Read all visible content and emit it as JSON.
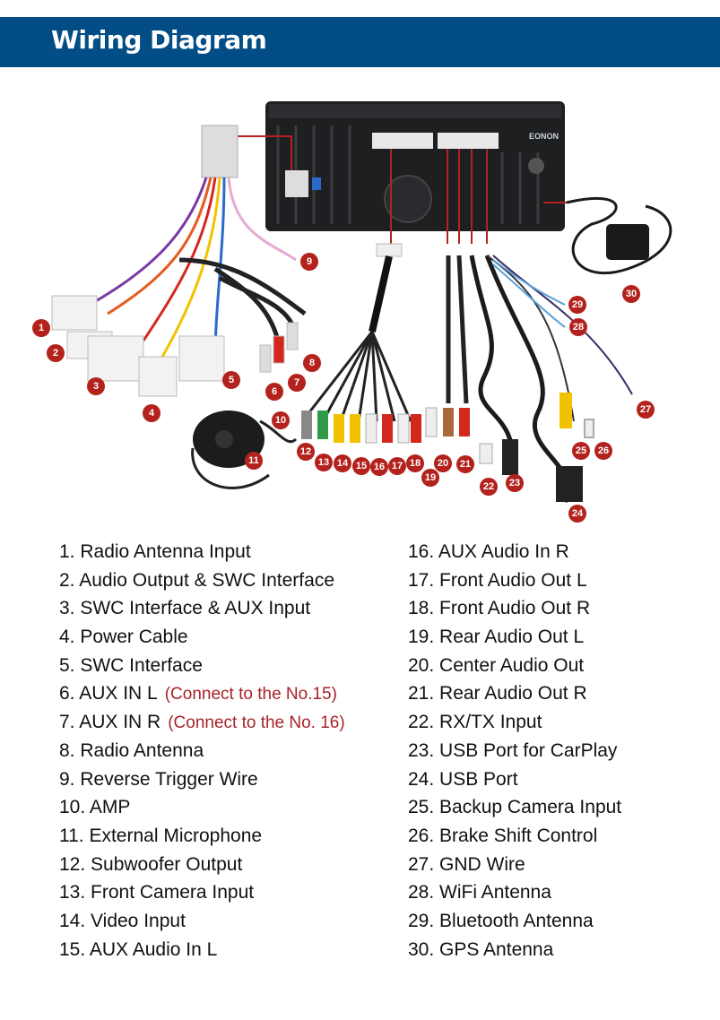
{
  "header": {
    "title": "Wiring Diagram"
  },
  "colors": {
    "banner": "#024d85",
    "badge": "#b3221c",
    "note": "#a8232a"
  },
  "device": {
    "brand": "EONON"
  },
  "legend_left": [
    {
      "label": "1. Radio Antenna Input"
    },
    {
      "label": "2. Audio Output & SWC Interface"
    },
    {
      "label": "3. SWC Interface & AUX Input"
    },
    {
      "label": "4. Power Cable"
    },
    {
      "label": "5. SWC Interface"
    },
    {
      "label": "6. AUX IN L",
      "note": "(Connect to the No.15)"
    },
    {
      "label": "7. AUX IN R",
      "note": "(Connect to the No. 16)"
    },
    {
      "label": "8. Radio Antenna"
    },
    {
      "label": "9. Reverse Trigger Wire"
    },
    {
      "label": "10. AMP"
    },
    {
      "label": "11. External Microphone"
    },
    {
      "label": "12. Subwoofer Output"
    },
    {
      "label": "13. Front Camera Input"
    },
    {
      "label": "14. Video Input"
    },
    {
      "label": "15. AUX Audio In L"
    }
  ],
  "legend_right": [
    {
      "label": "16. AUX Audio In R"
    },
    {
      "label": "17. Front Audio Out L"
    },
    {
      "label": "18. Front Audio Out R"
    },
    {
      "label": "19. Rear Audio Out L"
    },
    {
      "label": "20. Center Audio Out"
    },
    {
      "label": "21. Rear Audio Out R"
    },
    {
      "label": "22. RX/TX Input"
    },
    {
      "label": "23. USB Port for CarPlay"
    },
    {
      "label": "24. USB Port"
    },
    {
      "label": "25. Backup Camera Input"
    },
    {
      "label": "26. Brake Shift Control"
    },
    {
      "label": "27. GND Wire"
    },
    {
      "label": "28. WiFi Antenna"
    },
    {
      "label": "29. Bluetooth Antenna"
    },
    {
      "label": "30. GPS Antenna"
    }
  ],
  "badges": [
    "1",
    "2",
    "3",
    "4",
    "5",
    "6",
    "7",
    "8",
    "9",
    "10",
    "11",
    "12",
    "13",
    "14",
    "15",
    "16",
    "17",
    "18",
    "19",
    "20",
    "21",
    "22",
    "23",
    "24",
    "25",
    "26",
    "27",
    "28",
    "29",
    "30"
  ]
}
